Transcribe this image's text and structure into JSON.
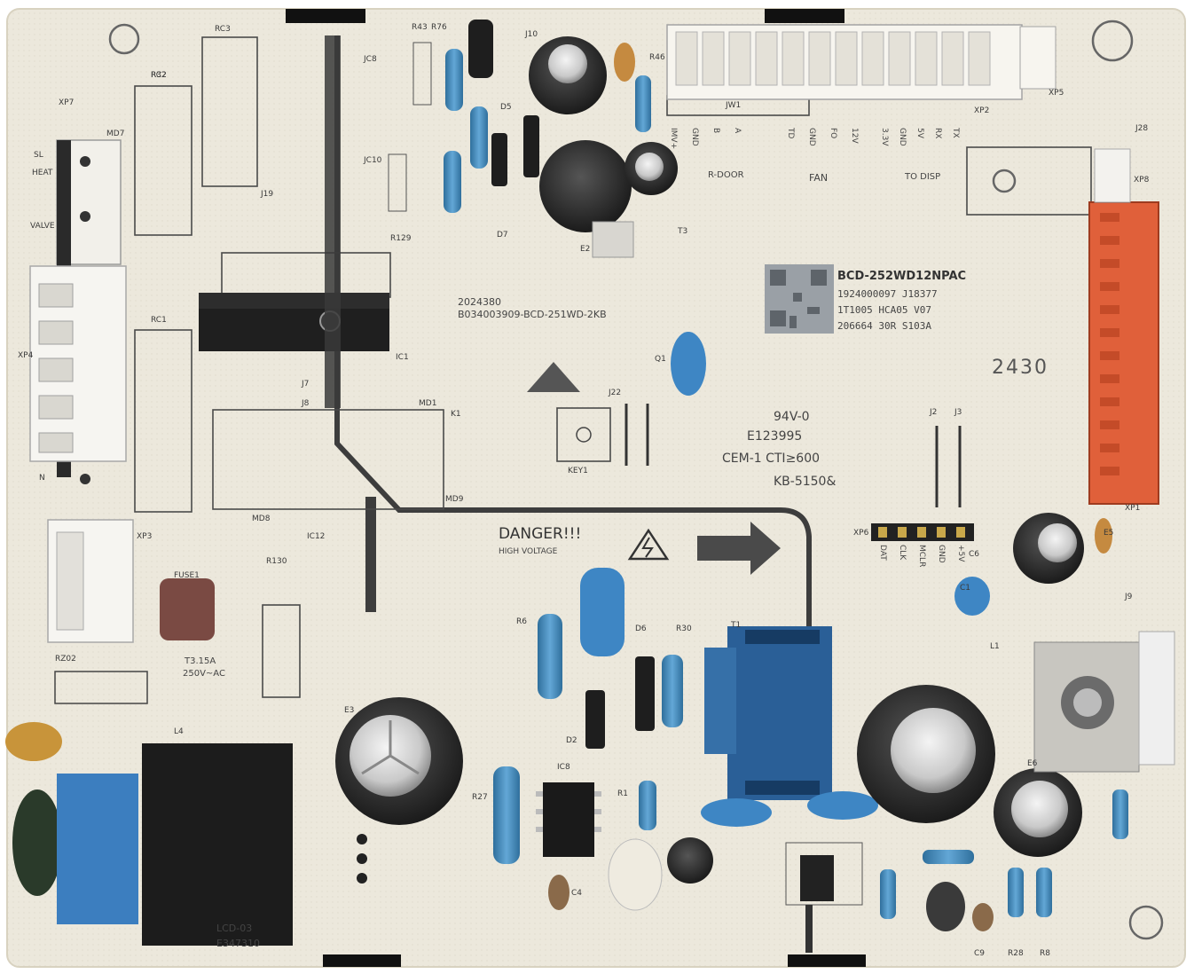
{
  "board": {
    "model_label": "BCD-252WD12NPAC",
    "model_codes": [
      "1924000097 J18377",
      "1T1005 HCA05 V07",
      "206664 30R S103A"
    ],
    "part_number": "2024380",
    "silk_title": "B034003909-BCD-251WD-2KB",
    "date_code": "2430",
    "ul_rating": "94V-0",
    "ul_file": "E123995",
    "material": "CEM-1 CTI≥600",
    "cqc_code": "KB-5150&",
    "danger_title": "DANGER!!!",
    "danger_sub": "HIGH VOLTAGE",
    "fuse_rating_1": "T3.15A",
    "fuse_rating_2": "250V~AC",
    "choke_code_1": "LCD-03",
    "choke_code_2": "E347310"
  },
  "connectors": {
    "group_r_door": "R-DOOR",
    "group_fan": "FAN",
    "group_to_disp": "TO DISP",
    "pin_labels_top": [
      "IMV+",
      "GND",
      "B",
      "A",
      "TD",
      "GND",
      "FO",
      "12V",
      "3.3V",
      "GND",
      "5V",
      "RX",
      "TX"
    ],
    "pin_labels_xp6": [
      "DAT",
      "CLK",
      "MCLR",
      "GND",
      "+5V"
    ]
  },
  "designators": {
    "xp": [
      "XP7",
      "XP5",
      "XP2",
      "XP8",
      "XP1",
      "XP6",
      "XP4",
      "XP3"
    ],
    "relays": [
      "RC2",
      "RC3",
      "RC1"
    ],
    "resistors": [
      "R32",
      "R43",
      "R76",
      "R46",
      "R129",
      "R130",
      "R6",
      "R30",
      "R1",
      "R27",
      "R28",
      "R8"
    ],
    "others": [
      "JW1",
      "J10",
      "JC8",
      "JC10",
      "D5",
      "D7",
      "D6",
      "D2",
      "IC1",
      "IC12",
      "IC8",
      "T1",
      "T3",
      "E2",
      "E3",
      "E5",
      "E6",
      "L1",
      "L4",
      "C1",
      "C4",
      "C6",
      "C9",
      "J2",
      "J3",
      "J7",
      "J8",
      "J9",
      "J19",
      "J22",
      "J28",
      "K1",
      "KEY1",
      "FUSE1",
      "RZ02",
      "MD1",
      "MD9",
      "MD8",
      "MD7",
      "SL",
      "HEAT",
      "VALVE",
      "N",
      "Q1"
    ]
  },
  "colors": {
    "board": "#ece8dc",
    "silkscreen": "#3a3a3a",
    "orange_connector": "#e0603a",
    "capacitor_blue": "#3e86c4",
    "transformer_blue": "#2a5f97",
    "copper": "#b56a2c",
    "relay_black": "#1f1f1f"
  }
}
